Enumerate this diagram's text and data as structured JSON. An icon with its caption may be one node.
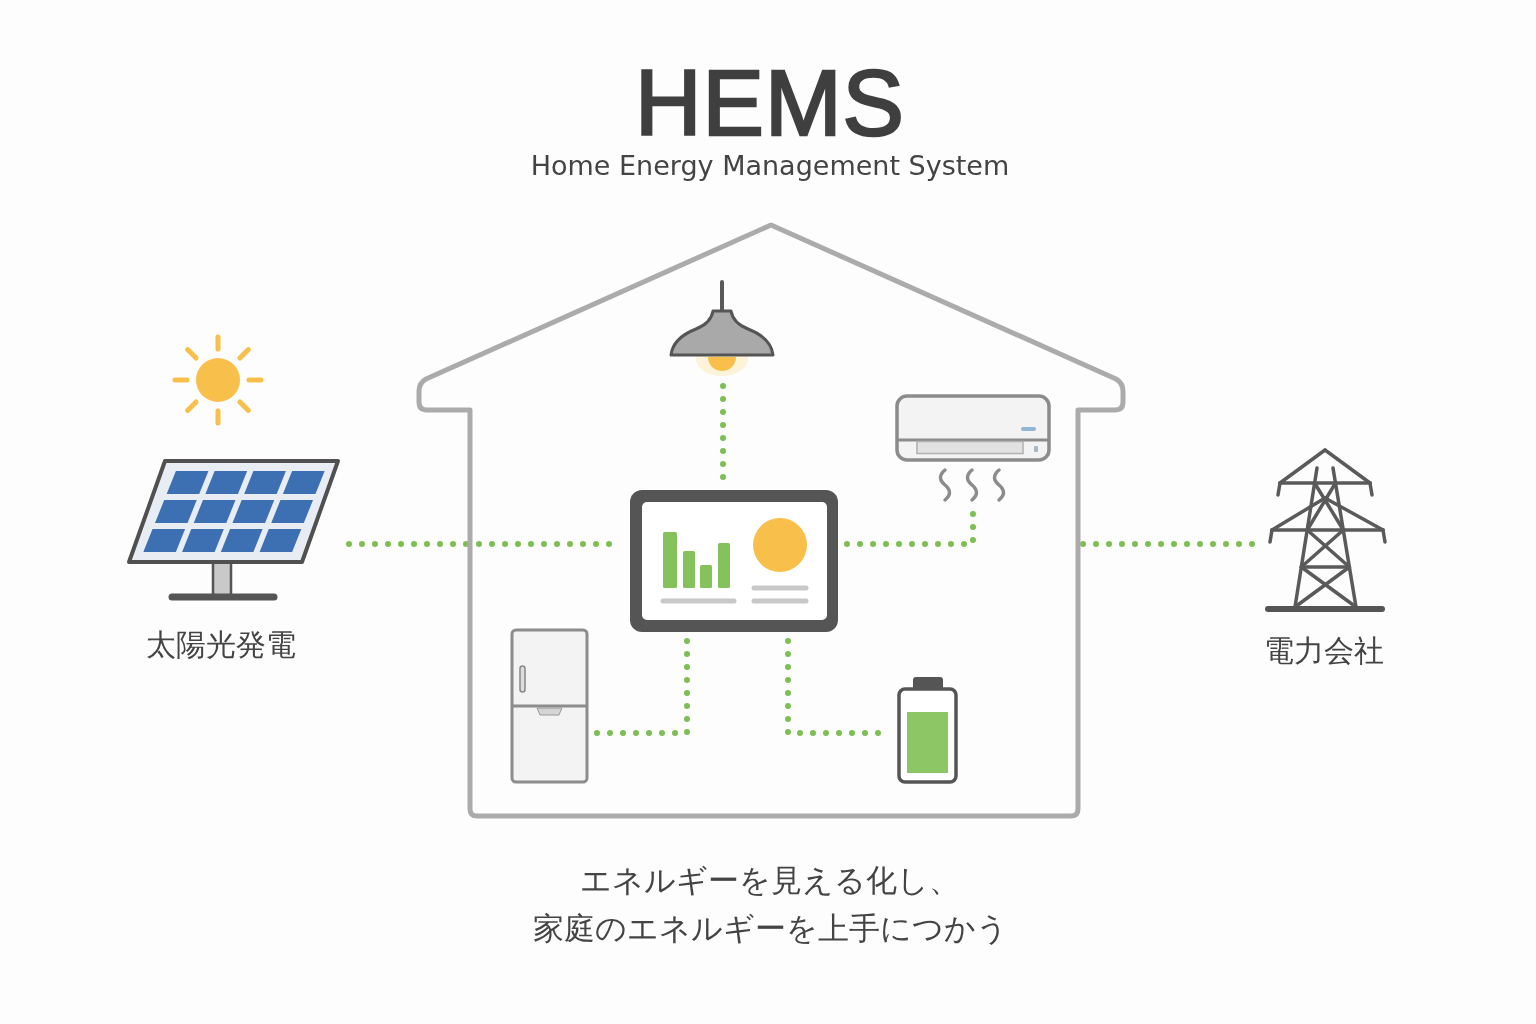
{
  "diagram": {
    "title": "HEMS",
    "caption": "エネルギーを見える化し、家庭のエネルギーを上手につかう",
    "nodes": [
      {
        "text": [],
        "shape": "picture",
        "beside": [
          "太陽光発電"
        ]
      },
      {
        "text": [],
        "shape": "house"
      },
      {
        "text": [],
        "shape": "picture",
        "in": 1
      },
      {
        "text": [],
        "shape": "picture",
        "in": 1
      },
      {
        "text": [],
        "shape": "picture",
        "in": 1
      },
      {
        "text": [],
        "shape": "picture",
        "in": 1
      },
      {
        "text": [],
        "shape": "picture",
        "in": 1
      },
      {
        "text": [],
        "shape": "picture",
        "beside": [
          "電力会社"
        ]
      }
    ],
    "edges": [
      {
        "from": 0,
        "to": 4,
        "arrow": "none",
        "style": "dashed"
      },
      {
        "from": 2,
        "to": 4,
        "arrow": "none",
        "style": "dashed"
      },
      {
        "from": 4,
        "to": 3,
        "arrow": "none",
        "style": "dashed"
      },
      {
        "from": 4,
        "to": 5,
        "arrow": "none",
        "style": "dashed"
      },
      {
        "from": 4,
        "to": 6,
        "arrow": "none",
        "style": "dashed"
      },
      {
        "from": 1,
        "to": 7,
        "arrow": "none",
        "style": "dashed"
      }
    ],
    "labels": [
      "Home Energy Management System"
    ]
  }
}
